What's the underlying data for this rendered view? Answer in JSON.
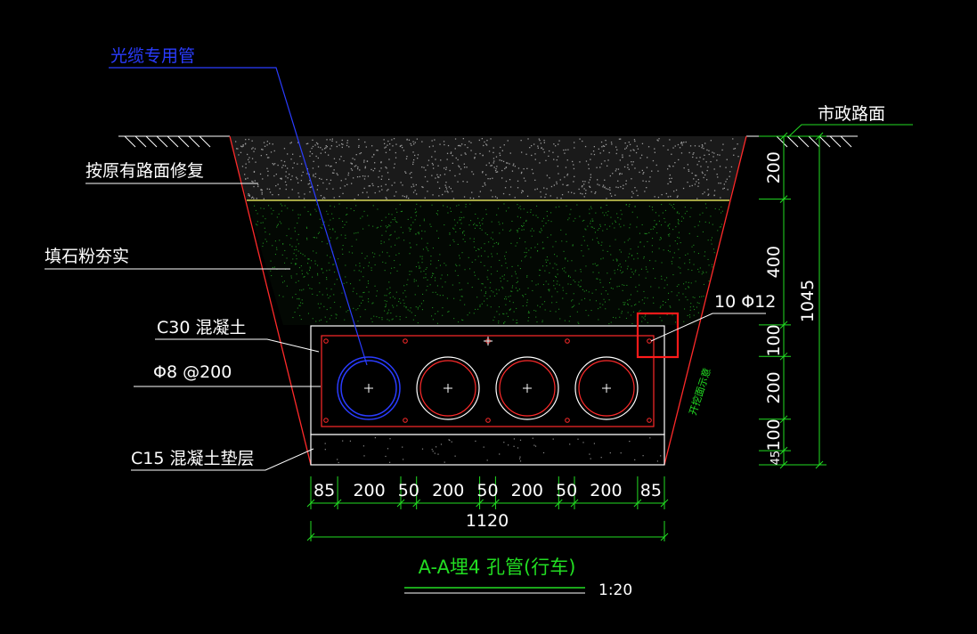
{
  "labels": {
    "fiber_pipe": "光缆专用管",
    "pavement_restore": "按原有路面修复",
    "stone_powder": "填石粉夯实",
    "c30": "C30 混凝土",
    "rebar": "Φ8 @200",
    "c15": "C15 混凝土垫层",
    "municipal_road": "市政路面",
    "bars": "10 Φ12",
    "slope_note": "开挖面示意"
  },
  "dims_h": [
    "85",
    "200",
    "50",
    "200",
    "50",
    "200",
    "50",
    "200",
    "85"
  ],
  "dims_h_total": "1120",
  "dims_v": [
    "200",
    "400",
    "100",
    "200",
    "100",
    "45"
  ],
  "dims_v_total": "1045",
  "title": "A-A埋4 孔管(行车)",
  "scale": "1:20",
  "colors": {
    "background": "#000000",
    "white": "#ffffff",
    "red": "#ff2a2a",
    "green": "#22dd22",
    "blue": "#2a3cff",
    "yellow": "#ffff66",
    "highlight": "#ff1a1a"
  }
}
